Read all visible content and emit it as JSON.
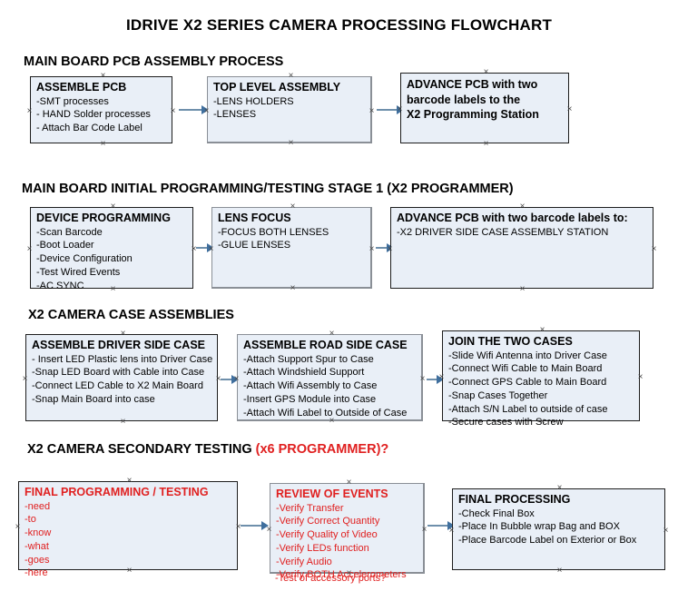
{
  "document": {
    "title": "IDRIVE X2  SERIES CAMERA PROCESSING FLOWCHART"
  },
  "sections": [
    {
      "id": "main-board-pcb-assembly",
      "heading": "MAIN BOARD PCB ASSEMBLY PROCESS",
      "heading_suffix": "",
      "nodes": [
        {
          "id": "assemble-pcb",
          "title": "ASSEMBLE PCB",
          "lines": [
            "-SMT processes",
            "- HAND Solder processes",
            "- Attach Bar Code Label"
          ]
        },
        {
          "id": "top-level-assembly",
          "title": "TOP LEVEL ASSEMBLY",
          "lines": [
            "-LENS HOLDERS",
            "-LENSES"
          ]
        },
        {
          "id": "advance-pcb-to-x2-programming-station",
          "title": "",
          "lines": [
            "ADVANCE PCB with two",
            "barcode labels to the",
            " X2 Programming Station"
          ]
        }
      ]
    },
    {
      "id": "main-board-initial-programming",
      "heading": "MAIN BOARD INITIAL PROGRAMMING/TESTING STAGE 1 (X2 PROGRAMMER)",
      "heading_suffix": "",
      "nodes": [
        {
          "id": "device-programming",
          "title": "DEVICE PROGRAMMING",
          "lines": [
            "-Scan Barcode",
            "-Boot Loader",
            "-Device Configuration",
            "-Test Wired Events",
            "-AC SYNC"
          ]
        },
        {
          "id": "lens-focus",
          "title": "LENS FOCUS",
          "lines": [
            "-FOCUS BOTH LENSES",
            "-GLUE LENSES"
          ]
        },
        {
          "id": "advance-pcb-to-driver-side-case",
          "title": "ADVANCE PCB with two barcode labels to:",
          "lines": [
            "-X2 DRIVER  SIDE  CASE  ASSEMBLY STATION"
          ]
        }
      ]
    },
    {
      "id": "x2-camera-case-assemblies",
      "heading": "X2 CAMERA CASE ASSEMBLIES",
      "heading_suffix": "",
      "nodes": [
        {
          "id": "assemble-driver-side-case",
          "title": "ASSEMBLE DRIVER SIDE CASE",
          "lines": [
            "- Insert LED Plastic lens into Driver Case",
            "-Snap LED Board with Cable into Case",
            "-Connect LED Cable to X2 Main Board",
            "-Snap Main Board into case"
          ]
        },
        {
          "id": "assemble-road-side-case",
          "title": "ASSEMBLE ROAD SIDE CASE",
          "lines": [
            "-Attach Support Spur to Case",
            "-Attach Windshield Support",
            "-Attach Wifi Assembly to Case",
            "-Insert GPS Module into Case",
            "-Attach Wifi Label to Outside of Case"
          ]
        },
        {
          "id": "join-the-two-cases",
          "title": "JOIN THE TWO CASES",
          "lines": [
            "-Slide Wifi Antenna into Driver Case",
            "-Connect Wifi Cable to Main Board",
            "-Connect GPS Cable to Main Board",
            "-Snap Cases Together",
            "-Attach S/N Label to outside of case",
            "-Secure cases with Screw"
          ]
        }
      ]
    },
    {
      "id": "x2-camera-secondary-testing",
      "heading": "X2 CAMERA SECONDARY TESTING ",
      "heading_suffix": "(x6 PROGRAMMER)?",
      "nodes": [
        {
          "id": "final-programming-testing",
          "title": "FINAL PROGRAMMING / TESTING",
          "lines": [
            "-need",
            "-to",
            "-know",
            "-what",
            "-goes",
            "-here"
          ]
        },
        {
          "id": "review-of-events",
          "title": "REVIEW OF EVENTS",
          "lines": [
            "-Verify Transfer",
            "-Verify Correct Quantity",
            "-Verify Quality of Video",
            "-Verify LEDs function",
            "-Verify Audio",
            "-Verify BOTH Accelerometers"
          ],
          "overflow_line": "-Test of accessory ports?"
        },
        {
          "id": "final-processing",
          "title": "FINAL PROCESSING",
          "lines": [
            " -Check Final Box",
            "-Place In Bubble wrap Bag and BOX",
            "-Place Barcode Label on Exterior or Box"
          ]
        }
      ]
    }
  ],
  "colors": {
    "node_fill": "#e9eff7",
    "node_border_dark": "#1d1d1d",
    "node_border_gray": "#8a8f96",
    "connector": "#6e8fab",
    "arrow": "#3f6f9e",
    "red_text": "#e02020"
  }
}
